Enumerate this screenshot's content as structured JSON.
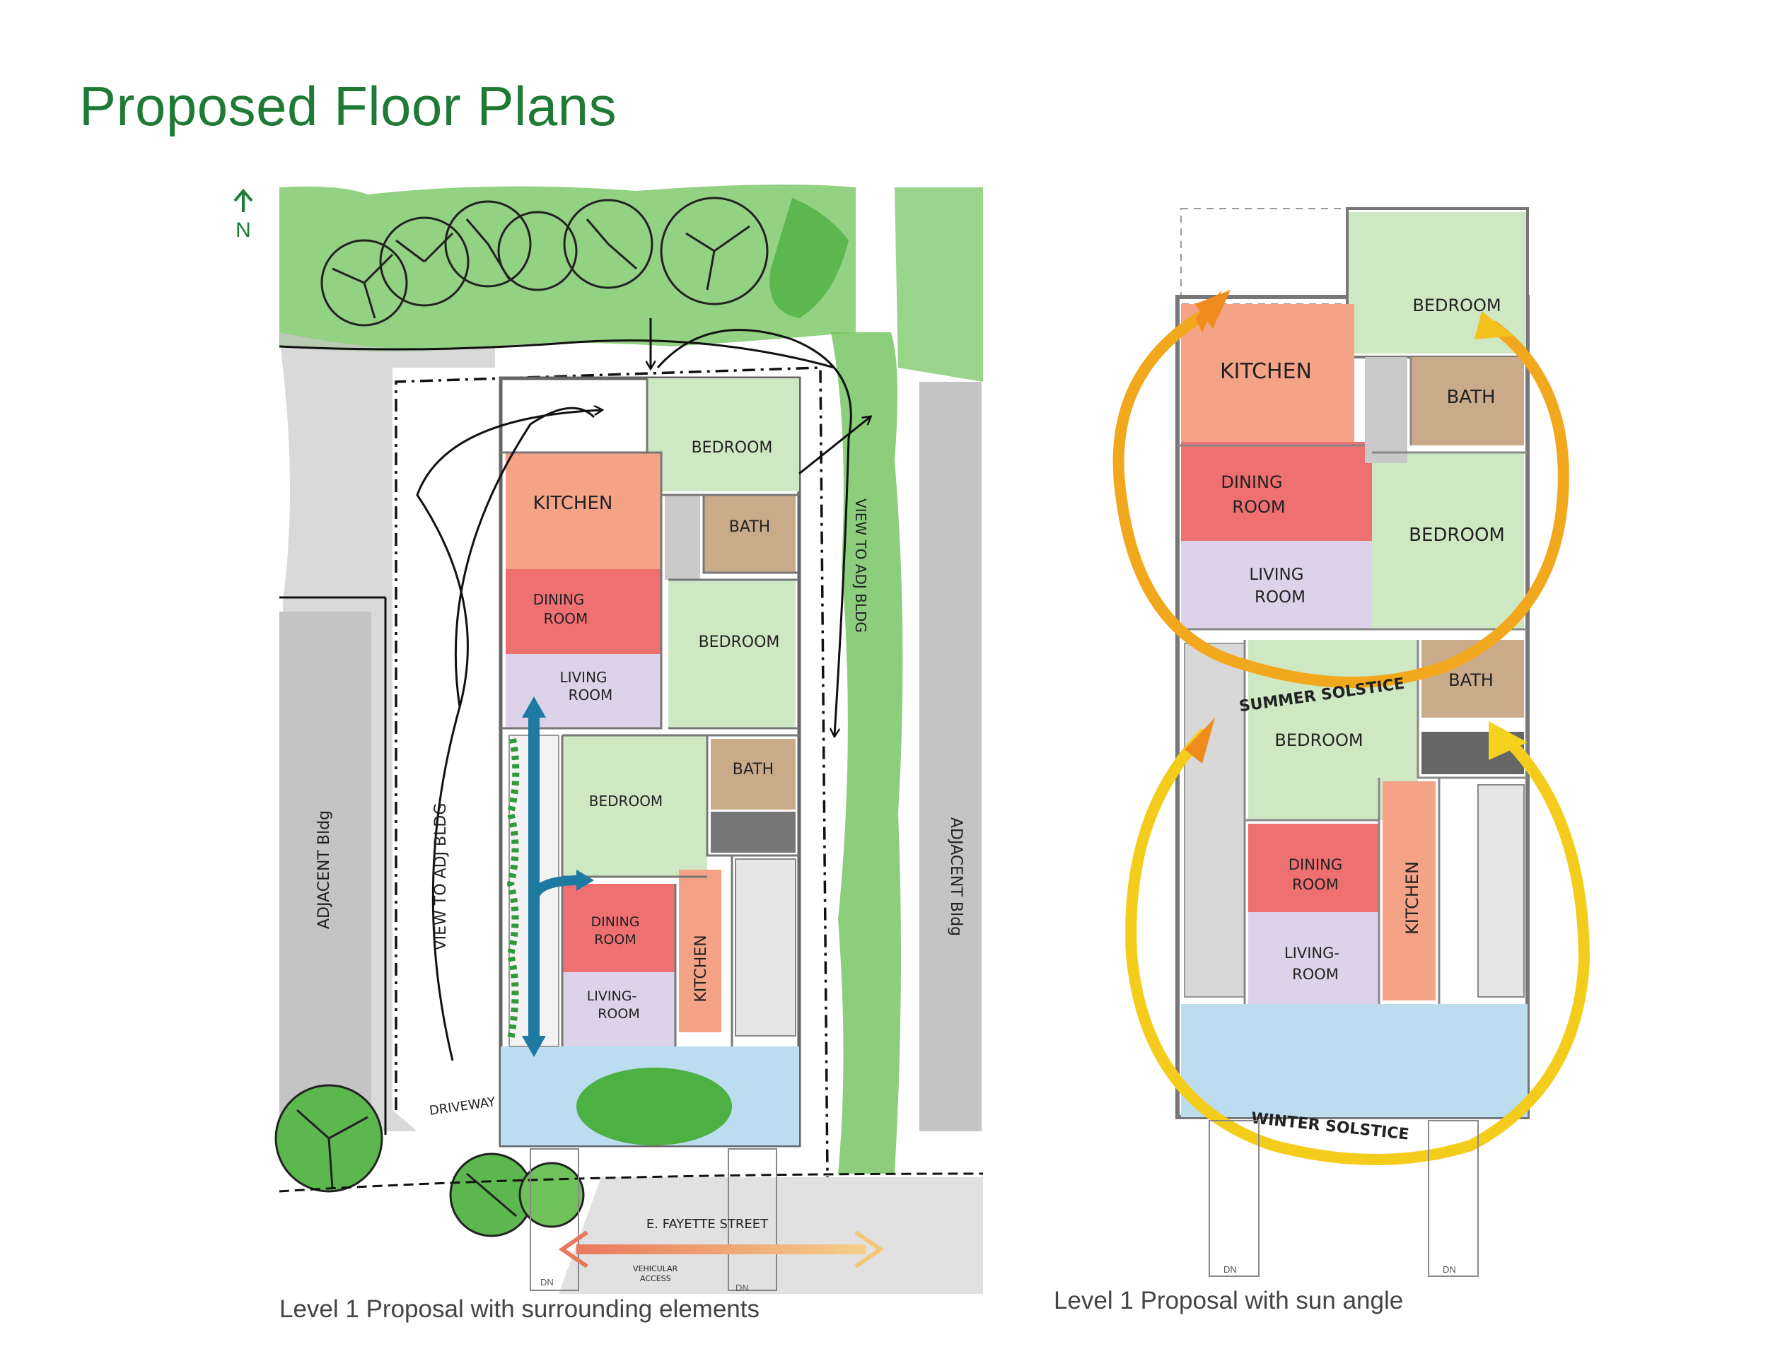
{
  "title": "Proposed Floor Plans",
  "north_label": "N",
  "colors": {
    "title": "#1e7a35",
    "bedroom": "#cfe8c4",
    "bath": "#c9ab8a",
    "kitchen": "#f4a387",
    "dining": "#ef7070",
    "living": "#dcd3ea",
    "porch": "#bcdcf0",
    "summer_arc": "#f7c21a",
    "winter_arc": "#f2d31b",
    "circulation_arrow": "#1e7aa0",
    "vegetation": "#4cb043",
    "street_arrow_left": "#e9795b",
    "street_arrow_right": "#f2c878"
  },
  "plan1": {
    "caption": "Level 1 Proposal with surrounding elements",
    "rooms": {
      "bedroom_rear": "BEDROOM",
      "kitchen_rear": "KITCHEN",
      "bath_rear": "BATH",
      "dining_rear_line1": "DINING",
      "dining_rear_line2": "ROOM",
      "bedroom_mid": "BEDROOM",
      "living_rear_line1": "LIVING",
      "living_rear_line2": "ROOM",
      "bath_front": "BATH",
      "bedroom_front": "BEDROOM",
      "dining_front_line1": "DINING",
      "dining_front_line2": "ROOM",
      "kitchen_front": "KITCHEN",
      "living_front_line1": "LIVING-",
      "living_front_line2": "ROOM"
    },
    "annotations": {
      "adjacent_left": "ADJACENT Bldg",
      "adjacent_right": "ADJACENT Bldg",
      "view_left": "VIEW TO ADJ BLDG",
      "view_right": "VIEW TO ADJ BLDG",
      "driveway": "DRIVEWAY",
      "street": "E. FAYETTE STREET",
      "vehicular_access_line1": "VEHICULAR",
      "vehicular_access_line2": "ACCESS",
      "stair_dn_1": "DN",
      "stair_dn_2": "DN"
    }
  },
  "plan2": {
    "caption": "Level 1 Proposal with sun angle",
    "rooms": {
      "bedroom_rear": "BEDROOM",
      "kitchen_rear": "KITCHEN",
      "bath_rear": "BATH",
      "dining_rear_line1": "DINING",
      "dining_rear_line2": "ROOM",
      "bedroom_mid": "BEDROOM",
      "living_rear_line1": "LIVING",
      "living_rear_line2": "ROOM",
      "bath_front": "BATH",
      "bedroom_front": "BEDROOM",
      "dining_front_line1": "DINING",
      "dining_front_line2": "ROOM",
      "kitchen_front": "KITCHEN",
      "living_front_line1": "LIVING-",
      "living_front_line2": "ROOM"
    },
    "annotations": {
      "summer": "SUMMER SOLSTICE",
      "winter": "WINTER SOLSTICE",
      "stair_dn_1": "DN",
      "stair_dn_2": "DN"
    }
  }
}
